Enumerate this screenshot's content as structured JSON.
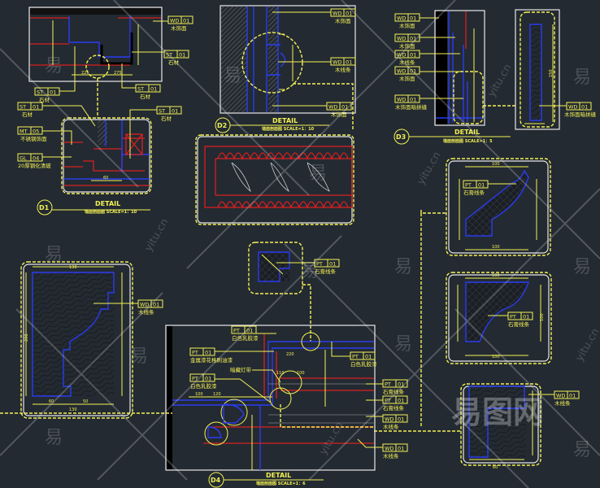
{
  "drawing": {
    "details": [
      {
        "id": "D1",
        "title": "DETAIL",
        "subtitle": "墙面剖面图 SCALE=1：10"
      },
      {
        "id": "D2",
        "title": "DETAIL",
        "subtitle": "墙面剖面图 SCALE=1：10"
      },
      {
        "id": "D3",
        "title": "DETAIL",
        "subtitle": "墙面剖面图 SCALE=1：5"
      },
      {
        "id": "D4",
        "title": "DETAIL",
        "subtitle": "墙面剖面图 SCALE=1：6"
      }
    ],
    "tags": [
      {
        "code": "WD",
        "num": "01",
        "material": "木饰面"
      },
      {
        "code": "ST",
        "num": "01",
        "material": "石材"
      },
      {
        "code": "ST",
        "num": "01",
        "material": "石材"
      },
      {
        "code": "ST",
        "num": "01",
        "material": "石材"
      },
      {
        "code": "ST",
        "num": "01",
        "material": "石材"
      },
      {
        "code": "ST",
        "num": "01",
        "material": "石材"
      },
      {
        "code": "MT",
        "num": "05",
        "material": "不锈钢饰面"
      },
      {
        "code": "GL",
        "num": "04",
        "material": "20厚钢化清玻"
      },
      {
        "code": "WD",
        "num": "01",
        "material": "木饰面"
      },
      {
        "code": "WD",
        "num": "01",
        "material": "木线条"
      },
      {
        "code": "WD",
        "num": "01",
        "material": "木饰面"
      },
      {
        "code": "WD",
        "num": "01",
        "material": "木饰面"
      },
      {
        "code": "WD",
        "num": "01",
        "material": "木饰面"
      },
      {
        "code": "WD",
        "num": "01",
        "material": "木线条"
      },
      {
        "code": "WD",
        "num": "01",
        "material": "木饰面"
      },
      {
        "code": "WD",
        "num": "01",
        "material": "木饰面暗拼缝"
      },
      {
        "code": "WD",
        "num": "01",
        "material": "木饰面暗拼缝"
      },
      {
        "code": "PT",
        "num": "01",
        "material": "石膏线条"
      },
      {
        "code": "PT",
        "num": "01",
        "material": "石膏线条"
      },
      {
        "code": "PT",
        "num": "01",
        "material": "石膏线条"
      },
      {
        "code": "WD",
        "num": "01",
        "material": "木线条"
      },
      {
        "code": "PT",
        "num": "01",
        "material": "白色乳胶漆"
      },
      {
        "code": "PT",
        "num": "01",
        "material": "金属漆花格刷油漆"
      },
      {
        "code": "PT",
        "num": "01",
        "material": "白色乳胶漆"
      },
      {
        "code": "PT",
        "num": "01",
        "material": "白色乳胶漆"
      },
      {
        "code": "PT",
        "num": "01",
        "material": "石膏线条"
      },
      {
        "code": "PT",
        "num": "01",
        "material": "石膏线条"
      },
      {
        "code": "WD",
        "num": "01",
        "material": "木线条"
      },
      {
        "code": "WD",
        "num": "01",
        "material": "木线条"
      },
      {
        "code": "WD",
        "num": "01",
        "material": "木线条"
      }
    ],
    "notes": {
      "hidden_light": "暗藏灯带"
    },
    "dimensions": {
      "d1_left": "225",
      "d1_right": "275",
      "d1_bottom": "60",
      "left_top": "130",
      "left_height": "200",
      "left_bottom": "130",
      "left_b1": "60",
      "left_b2": "50",
      "p1_top": "100",
      "p1_bottom": "100",
      "p2_top": "100",
      "p2_bottom": "100",
      "p2_side": "100",
      "d4_a": "220",
      "d4_b": "110",
      "d4_c": "100",
      "d4_d": "100",
      "d4_e": "120",
      "br_bottom": "60",
      "d3_height": "150"
    },
    "watermark": {
      "brand": "易图网",
      "site": "yitu.cn",
      "glyph": "易"
    },
    "colors": {
      "background": "#232a32",
      "annotation": "#f4f154",
      "profile": "#2a3cf0",
      "structure": "#d82020"
    }
  }
}
